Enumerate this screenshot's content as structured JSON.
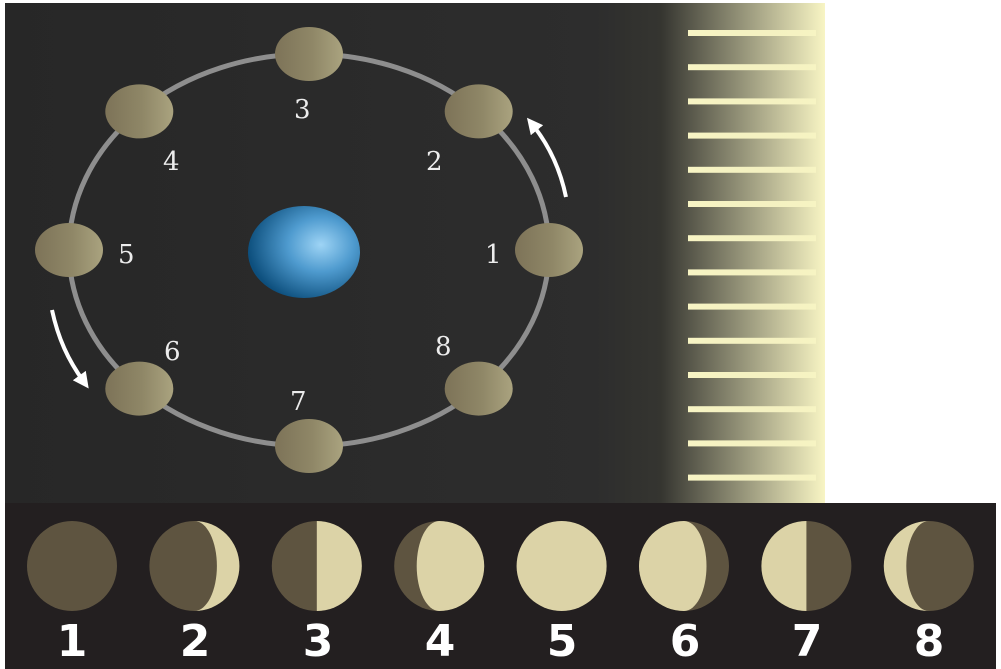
{
  "orbit": {
    "positions": [
      {
        "label": "1"
      },
      {
        "label": "2"
      },
      {
        "label": "3"
      },
      {
        "label": "4"
      },
      {
        "label": "5"
      },
      {
        "label": "6"
      },
      {
        "label": "7"
      },
      {
        "label": "8"
      }
    ],
    "direction": "counterclockwise"
  },
  "phases": [
    {
      "label": "1",
      "illuminated_fraction": 0
    },
    {
      "label": "2",
      "illuminated_fraction": 0.25
    },
    {
      "label": "3",
      "illuminated_fraction": 0.5
    },
    {
      "label": "4",
      "illuminated_fraction": 0.75
    },
    {
      "label": "5",
      "illuminated_fraction": 1
    },
    {
      "label": "6",
      "illuminated_fraction": 0.75
    },
    {
      "label": "7",
      "illuminated_fraction": 0.5
    },
    {
      "label": "8",
      "illuminated_fraction": 0.25
    }
  ],
  "colors": {
    "space": "#2d2d2d",
    "strip": "#231f20",
    "orbit_ring": "#8e8e8e",
    "moon_dark": "#5e5440",
    "moon_lit": "#dcd3a7",
    "moon_shade_left": "#7d7358",
    "moon_shade_right": "#a8a17e",
    "earth_center": "#9ed4f5",
    "earth_edge": "#0d4f7d",
    "sunlight": "#f8f5c4",
    "arrow": "#ffffff"
  }
}
